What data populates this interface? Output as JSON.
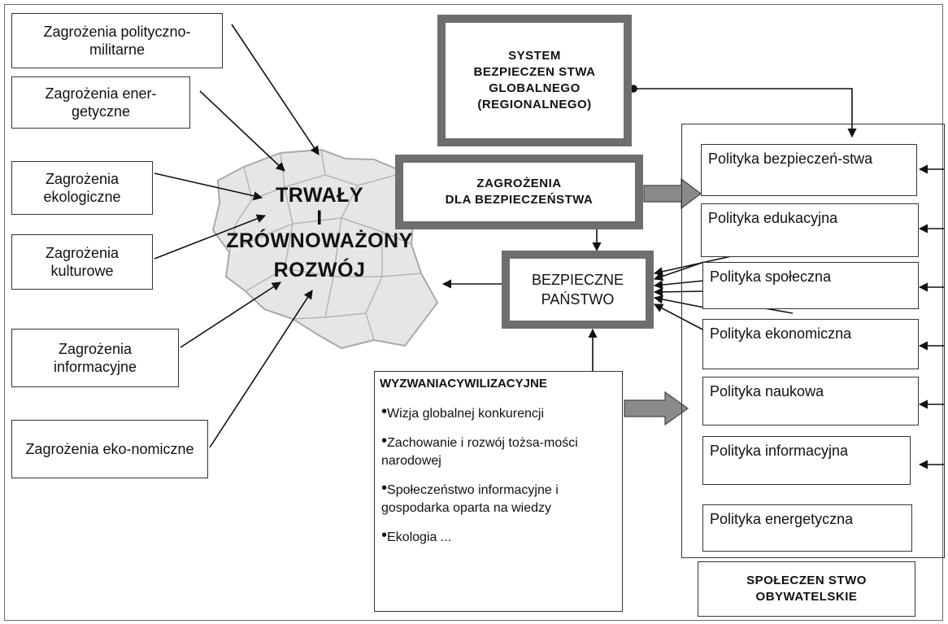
{
  "threats": [
    {
      "id": "polityczno",
      "text": "Zagrożenia polityczno-militarne"
    },
    {
      "id": "energetyczne",
      "text": "Zagrożenia ener-getyczne"
    },
    {
      "id": "ekologiczne",
      "text": "Zagrożenia ekologiczne"
    },
    {
      "id": "kulturowe",
      "text": "Zagrożenia kulturowe"
    },
    {
      "id": "informacyjne",
      "text": "Zagrożenia informacyjne"
    },
    {
      "id": "ekonomiczne",
      "text": "Zagrożenia eko-nomiczne"
    }
  ],
  "center": {
    "line1": "TRWAŁY",
    "line2": "I",
    "line3": "ZRÓWNOWAŻONY",
    "line4": "ROZWÓJ"
  },
  "system": {
    "line1": "SYSTEM",
    "line2": "BEZPIECZEN STWA",
    "line3": "GLOBALNEGO",
    "line4": "(REGIONALNEGO)"
  },
  "security_threats": {
    "line1": "ZAGROŻENIA",
    "line2": "DLA BEZPIECZEŃSTWA"
  },
  "safe_state": {
    "line1": "BEZPIECZNE",
    "line2": "PAŃSTWO"
  },
  "challenges": {
    "title": "WYZWANIACYWILIZACYJNE",
    "items": [
      "Wizja globalnej konkurencji",
      "Zachowanie i rozwój tożsa-mości narodowej",
      "Społeczeństwo informacyjne i gospodarka oparta na wiedzy",
      "Ekologia ..."
    ]
  },
  "policies": [
    "Polityka bezpieczeń-stwa",
    "Polityka edukacyjna",
    "Polityka społeczna",
    "Polityka ekonomiczna",
    "Polityka naukowa",
    "Polityka informacyjna",
    "Polityka energetyczna"
  ],
  "civil_society": {
    "line1": "SPOŁECZEN STWO",
    "line2": "OBYWATELSKIE"
  },
  "colors": {
    "thick_border": "#6e6e6e",
    "map_fill": "#e6e6e6",
    "map_border": "#a9a9a9",
    "line": "#111111"
  }
}
